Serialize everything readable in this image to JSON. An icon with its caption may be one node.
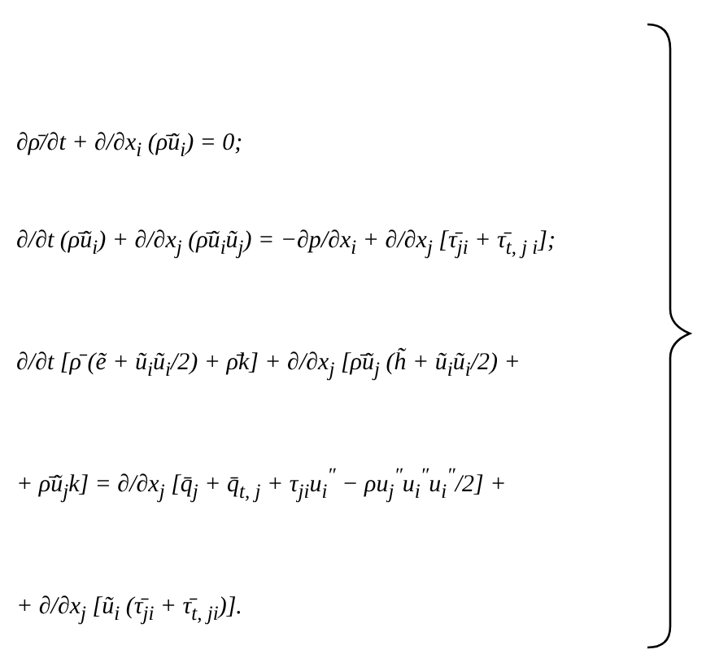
{
  "diagram": {
    "labels": [
      "∂ρ̄/∂t + ∂/∂x$_{i}$ (ρ̄ũ$_{i}$) = 0;",
      "∂/∂t (ρ̄ũ$_{i}$) + ∂/∂x$_{j}$ (ρ̄ũ$_{i}$ũ$_{j}$) = −∂p/∂x$_{i}$ + ∂/∂x$_{j}$ [τ̄$_{ji}$ + τ̄$_{t, j i}$];",
      "∂/∂t [ρ̄ (ẽ + ũ$_{i}$ũ$_{i}$/2) + ρ̄k] + ∂/∂x$_{j}$ [ρ̄ũ$_{j}$ (h̃ + ũ$_{i}$ũ$_{i}$/2) +",
      "+ ρ̄ũ$_{j}$k] = ∂/∂x$_{j}$ [q̄$_{j}$ + q̄$_{t, j}$ + τ$_{ji}$u$_{i}$$^{″}$ − ρu$_{j}$$^{″}$u$_{i}$$^{″}$u$_{i}$$^{″}$/2] +",
      "+ ∂/∂x$_{j}$ [ũ$_{i}$ (τ̄$_{ji}$ + τ̄$_{t, ji}$)]."
    ]
  }
}
